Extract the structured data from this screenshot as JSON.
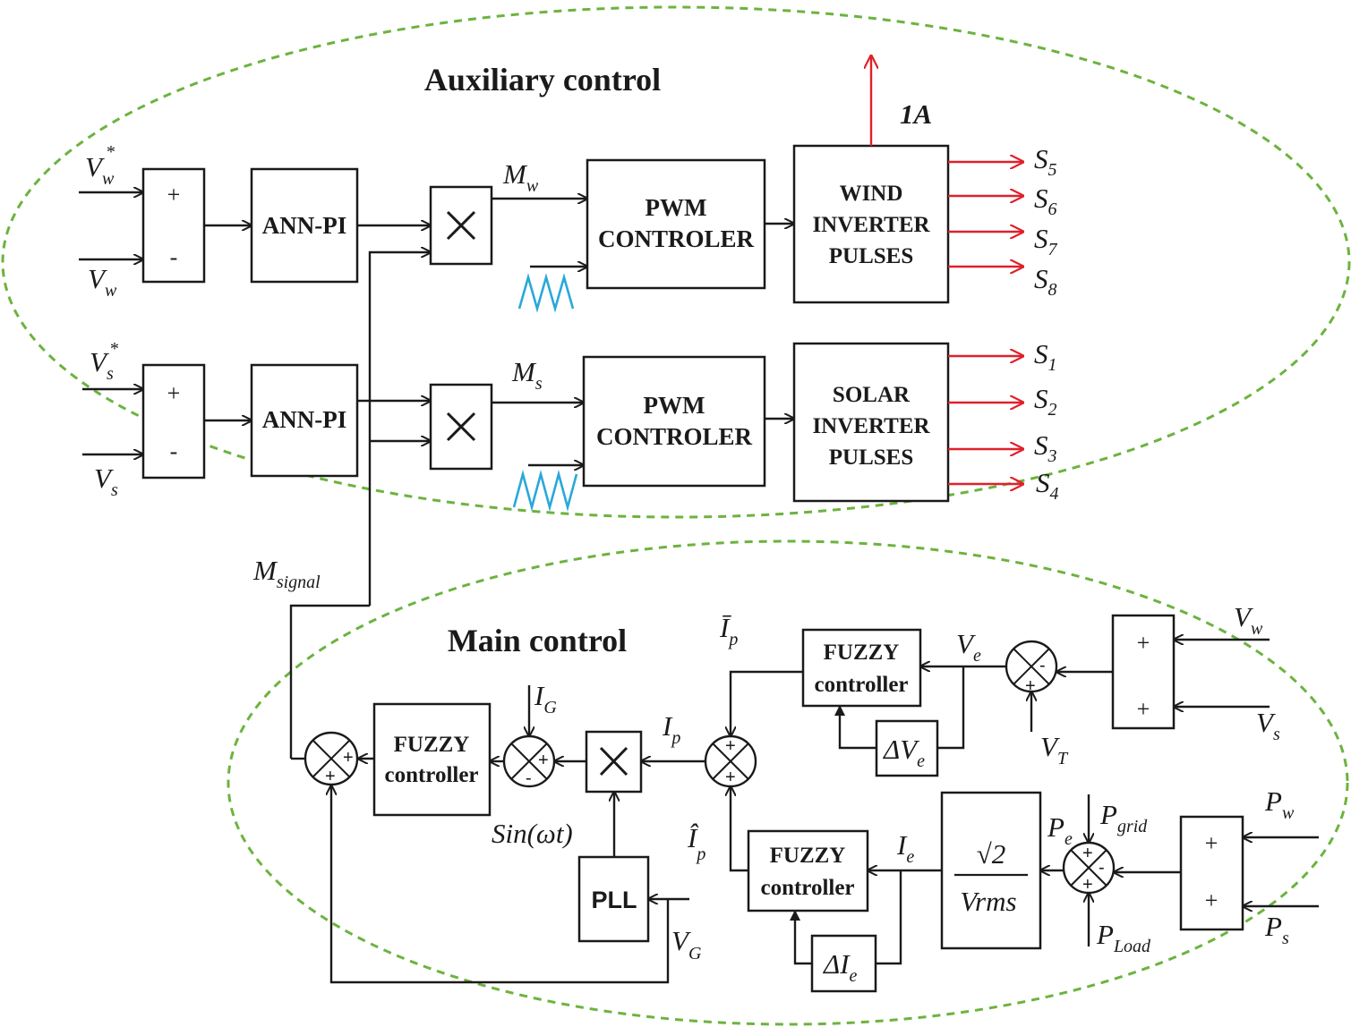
{
  "titles": {
    "auxiliary": "Auxiliary control",
    "main": "Main control"
  },
  "blocks": {
    "ann_pi_label": "ANN-PI",
    "pwm_line1": "PWM",
    "pwm_line2": "CONTROLER",
    "wind_line1": "WIND",
    "wind_line2": "INVERTER",
    "wind_line3": "PULSES",
    "solar_line1": "SOLAR",
    "solar_line2": "INVERTER",
    "solar_line3": "PULSES",
    "fuzzy_line1": "FUZZY",
    "fuzzy_line2": "controller",
    "pll": "PLL",
    "sqrt2": "√2",
    "vrms": "Vrms"
  },
  "signs": {
    "plus": "+",
    "minus": "-",
    "multiply": "×"
  },
  "signals": {
    "Vw_ref": {
      "main": "V",
      "sub": "w",
      "sup": "*"
    },
    "Vw": {
      "main": "V",
      "sub": "w"
    },
    "Vs_ref": {
      "main": "V",
      "sub": "s",
      "sup": "*"
    },
    "Vs": {
      "main": "V",
      "sub": "s"
    },
    "Mw": {
      "main": "M",
      "sub": "w"
    },
    "Ms": {
      "main": "M",
      "sub": "s"
    },
    "IA": "1A",
    "Msignal": {
      "main": "M",
      "sub": "signal"
    },
    "IG": {
      "main": "I",
      "sub": "G"
    },
    "Ip": {
      "main": "I",
      "sub": "p"
    },
    "Ip_bar": {
      "main": "Ī",
      "sub": "p"
    },
    "Ip_hat": {
      "main": "Î",
      "sub": "p"
    },
    "sin": "Sin(ωt)",
    "VG": {
      "main": "V",
      "sub": "G"
    },
    "Ve": {
      "main": "V",
      "sub": "e"
    },
    "dVe": {
      "main": "ΔV",
      "sub": "e"
    },
    "VT": {
      "main": "V",
      "sub": "T"
    },
    "Ie": {
      "main": "I",
      "sub": "e"
    },
    "dIe": {
      "main": "ΔI",
      "sub": "e"
    },
    "Pe": {
      "main": "P",
      "sub": "e"
    },
    "Pgrid": {
      "main": "P",
      "sub": "grid"
    },
    "PLoad": {
      "main": "P",
      "sub": "Load"
    },
    "Pw": {
      "main": "P",
      "sub": "w"
    },
    "Ps": {
      "main": "P",
      "sub": "s"
    },
    "Vw_main": {
      "main": "V",
      "sub": "w"
    },
    "Vs_main": {
      "main": "V",
      "sub": "s"
    }
  },
  "outputs": {
    "wind": [
      {
        "main": "S",
        "sub": "5"
      },
      {
        "main": "S",
        "sub": "6"
      },
      {
        "main": "S",
        "sub": "7"
      },
      {
        "main": "S",
        "sub": "8"
      }
    ],
    "solar": [
      {
        "main": "S",
        "sub": "1"
      },
      {
        "main": "S",
        "sub": "2"
      },
      {
        "main": "S",
        "sub": "3"
      },
      {
        "main": "S",
        "sub": "4"
      }
    ]
  },
  "colors": {
    "ellipse": "#6cb33f",
    "pulses": "#e0202a",
    "carrier": "#2aa8d8",
    "ink": "#1a1a1a"
  }
}
